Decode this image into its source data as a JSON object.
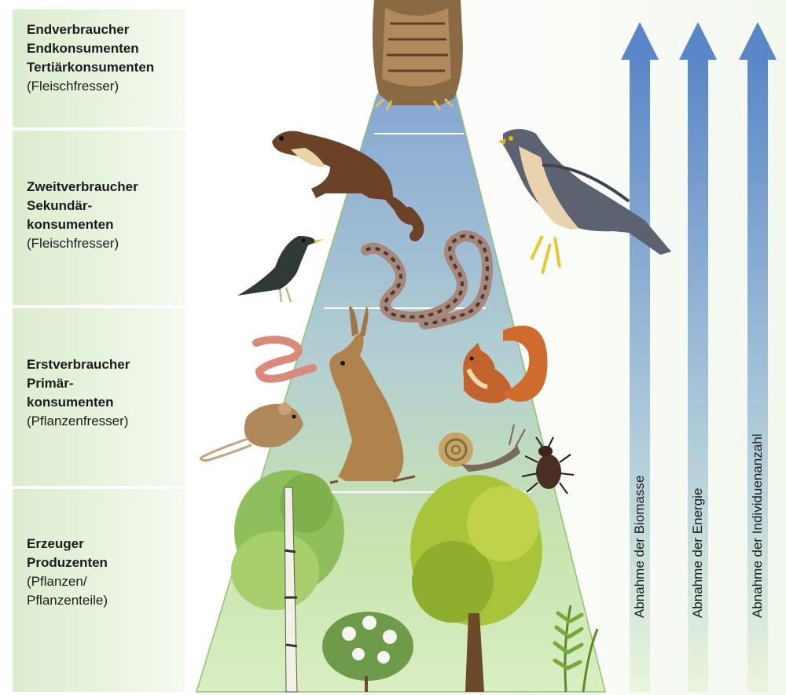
{
  "levels": [
    {
      "lines": [
        "Endverbraucher",
        "Endkonsumenten",
        "Tertiärkonsumenten"
      ],
      "paren": "(Fleischfresser)",
      "animals": [
        "owl"
      ]
    },
    {
      "lines": [
        "Zweitverbraucher",
        "Sekundär-",
        "konsumenten"
      ],
      "paren": "(Fleischfresser)",
      "animals": [
        "marten",
        "sparrowhawk",
        "starling",
        "viper"
      ]
    },
    {
      "lines": [
        "Erstverbraucher",
        "Primär-",
        "konsumenten"
      ],
      "paren": "(Pflanzenfresser)",
      "animals": [
        "earthworm",
        "hare",
        "red-squirrel",
        "mouse",
        "snail",
        "beetle"
      ]
    },
    {
      "lines": [
        "Erzeuger",
        "Produzenten"
      ],
      "paren": "(Pflanzen/\nPflanzenteile)",
      "animals": [
        "birch-tree",
        "flowering-shrub",
        "oak-tree",
        "fern"
      ]
    }
  ],
  "arrows": [
    {
      "label": "Abnahme der Biomasse"
    },
    {
      "label": "Abnahme der Energie"
    },
    {
      "label": "Abnahme der Individuenanzahl"
    }
  ],
  "colors": {
    "arrow_top": "#5b86c8",
    "arrow_bottom": "#e7f3d6",
    "pyramid_top": "#8aaad6",
    "pyramid_bottom": "#c6e3a4",
    "band": "#e6f2dc"
  }
}
